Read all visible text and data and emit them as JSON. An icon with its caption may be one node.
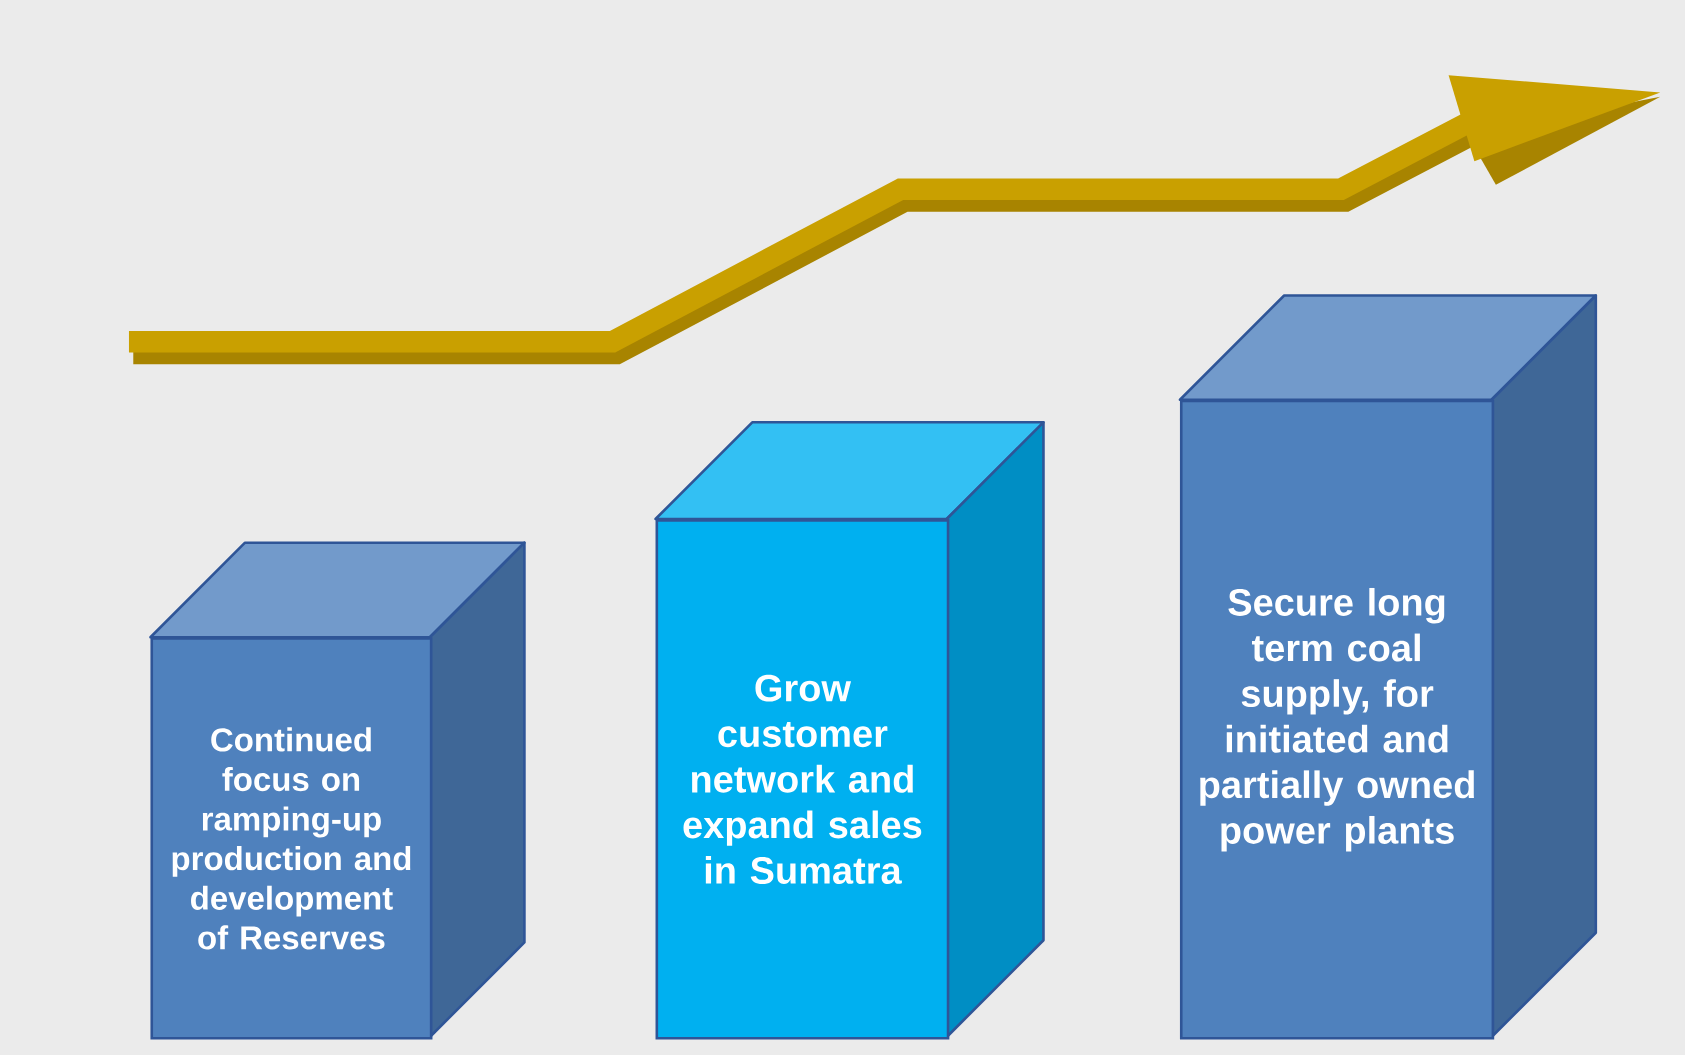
{
  "diagram": {
    "nodes": [
      {
        "text": [
          "Continued focus on ramping-up production and development of Reserves"
        ]
      },
      {
        "text": [
          "Grow customer network and expand sales in Sumatra"
        ]
      },
      {
        "text": [
          "Secure long term coal supply, for initiated and partially owned power plants"
        ]
      }
    ]
  }
}
